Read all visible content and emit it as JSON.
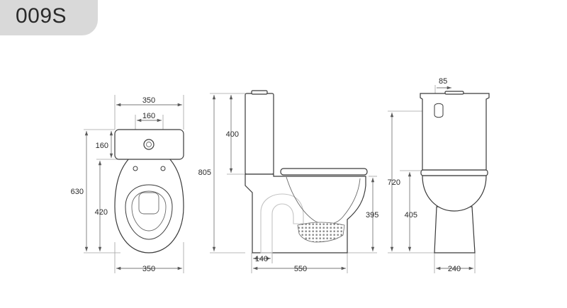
{
  "model": {
    "code": "009S"
  },
  "views": {
    "top": {
      "dims": {
        "overall_width": "350",
        "button_spacing": "160",
        "tank_depth": "160",
        "overall_depth": "630",
        "bowl_depth": "420",
        "base_width": "350"
      }
    },
    "side": {
      "dims": {
        "tank_height": "400",
        "total_height": "805",
        "seat_height": "395",
        "outlet_offset": "140",
        "overall_length": "550"
      }
    },
    "front": {
      "dims": {
        "inlet_offset": "85",
        "seat_height_total": "720",
        "bowl_rim_height": "405",
        "base_width": "240"
      }
    }
  }
}
